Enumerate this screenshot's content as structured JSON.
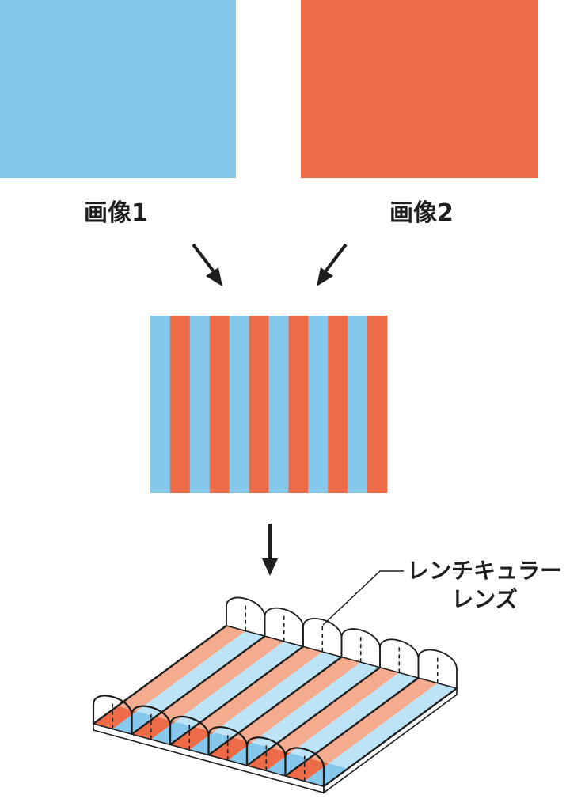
{
  "images": {
    "image1": {
      "label": "画像1",
      "color": "#85c8ec"
    },
    "image2": {
      "label": "画像2",
      "color": "#ee6b48"
    }
  },
  "interlaced": {
    "colors": [
      "#85c8ec",
      "#ee6b48"
    ],
    "stripe_count": 12
  },
  "lens": {
    "label_line1": "レンチキュラー",
    "label_line2": "レンズ",
    "stripe_light_blue": "#bde3f6",
    "stripe_light_orange": "#f4ab8e",
    "stripe_front_blue": "#85c8ec",
    "stripe_front_orange": "#ee6b48",
    "lens_count": 6
  }
}
